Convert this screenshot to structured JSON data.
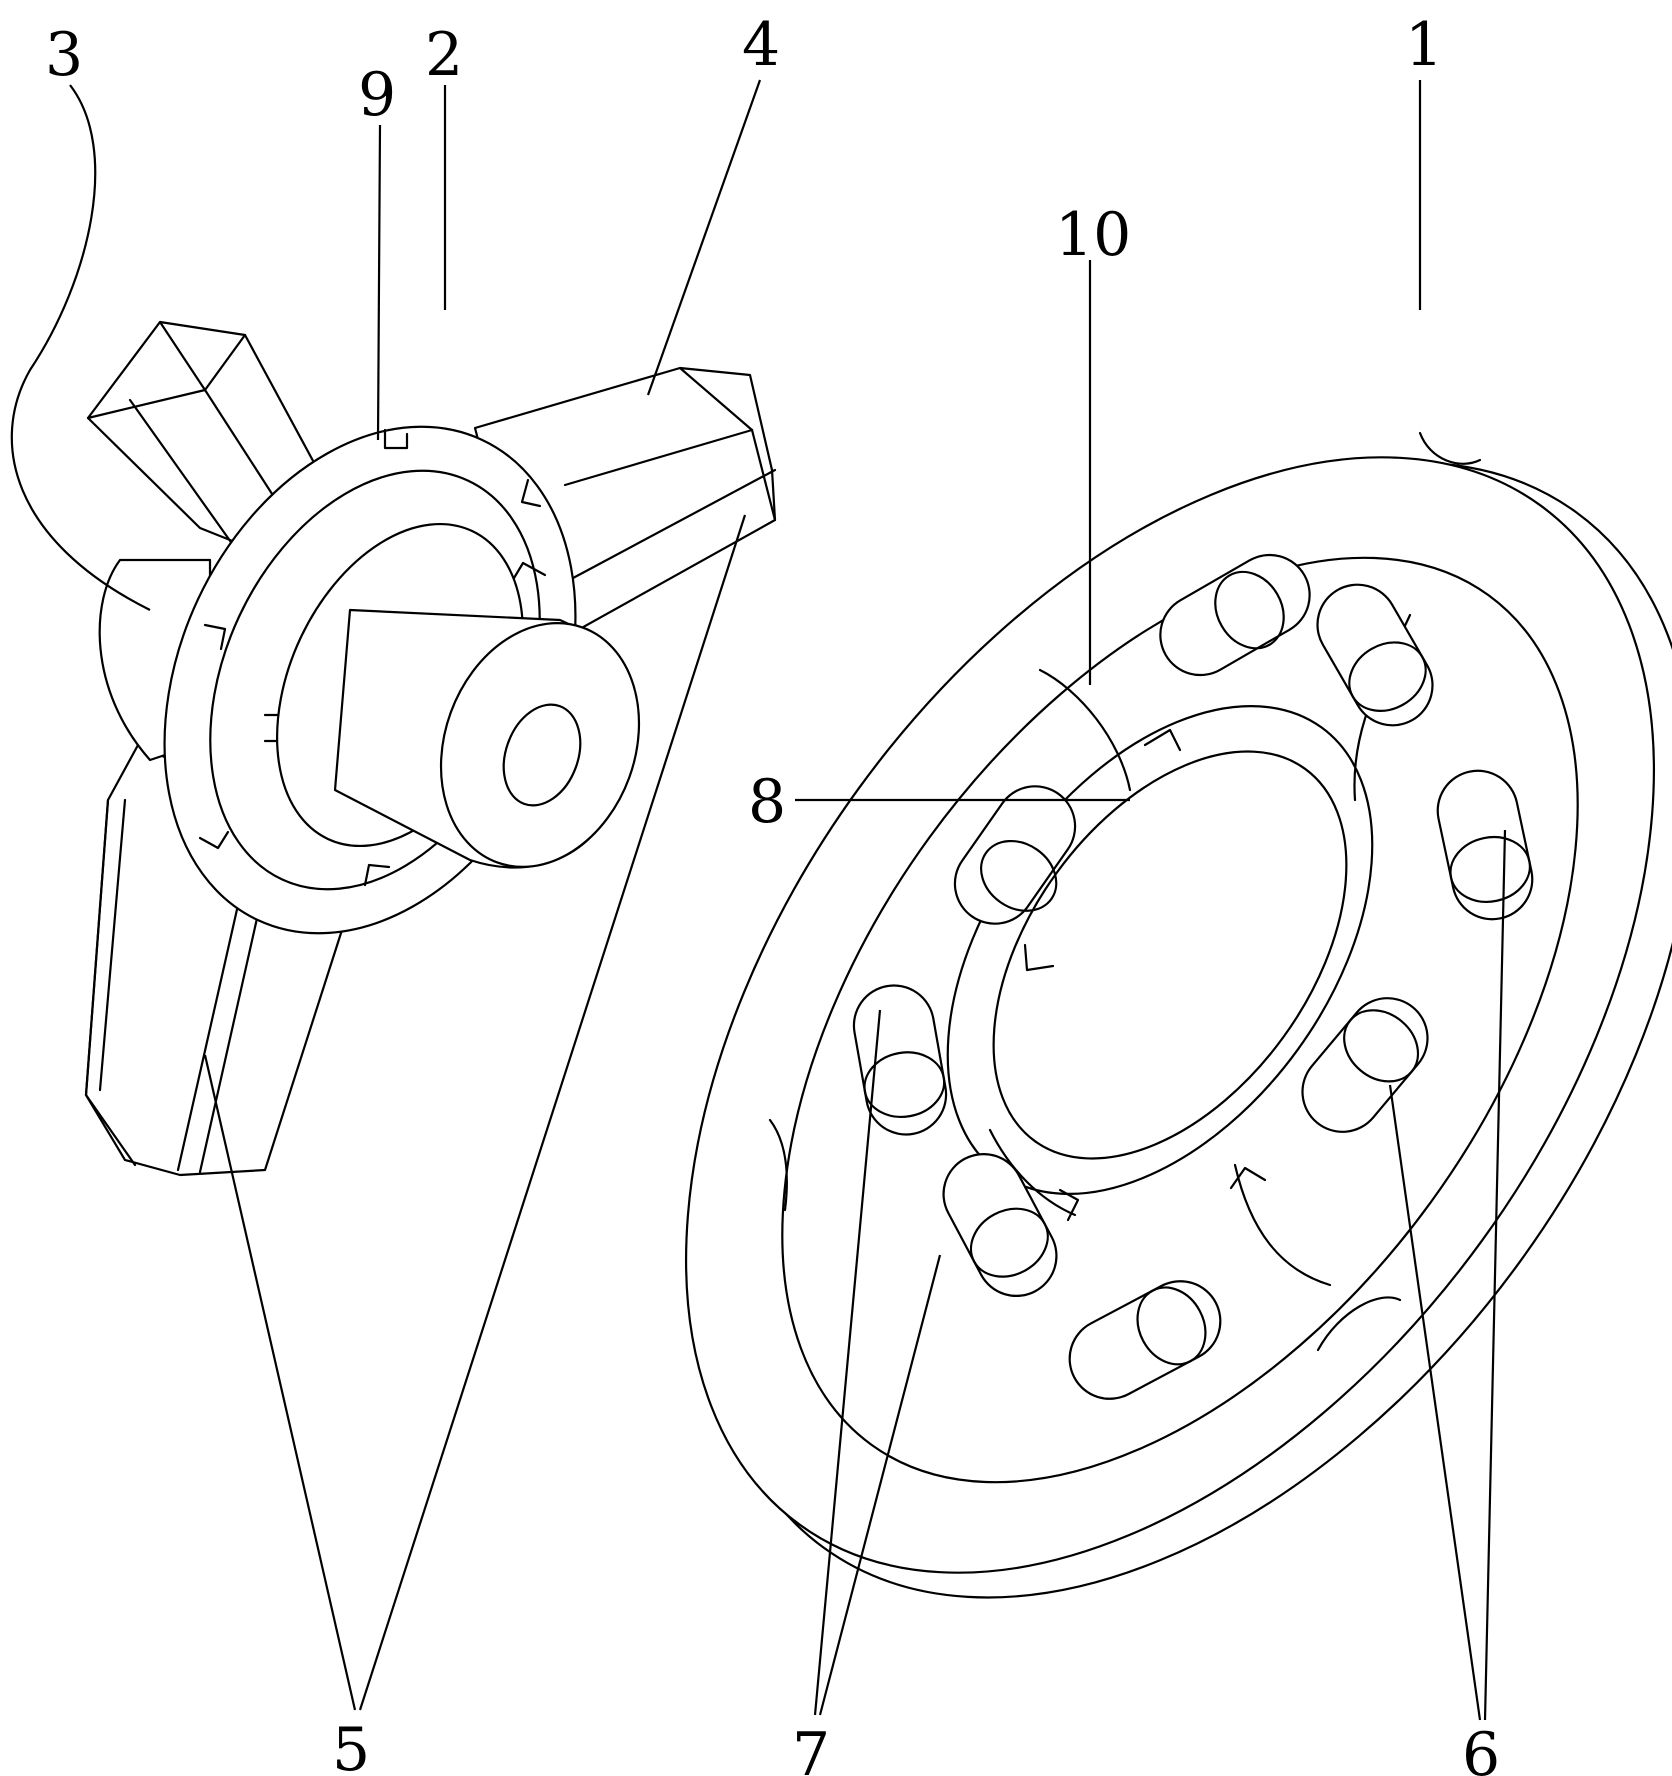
{
  "figure": {
    "labels": {
      "l1": "1",
      "l2": "2",
      "l3": "3",
      "l4": "4",
      "l5": "5",
      "l6": "6",
      "l7": "7",
      "l8": "8",
      "l9": "9",
      "l10": "10"
    }
  }
}
